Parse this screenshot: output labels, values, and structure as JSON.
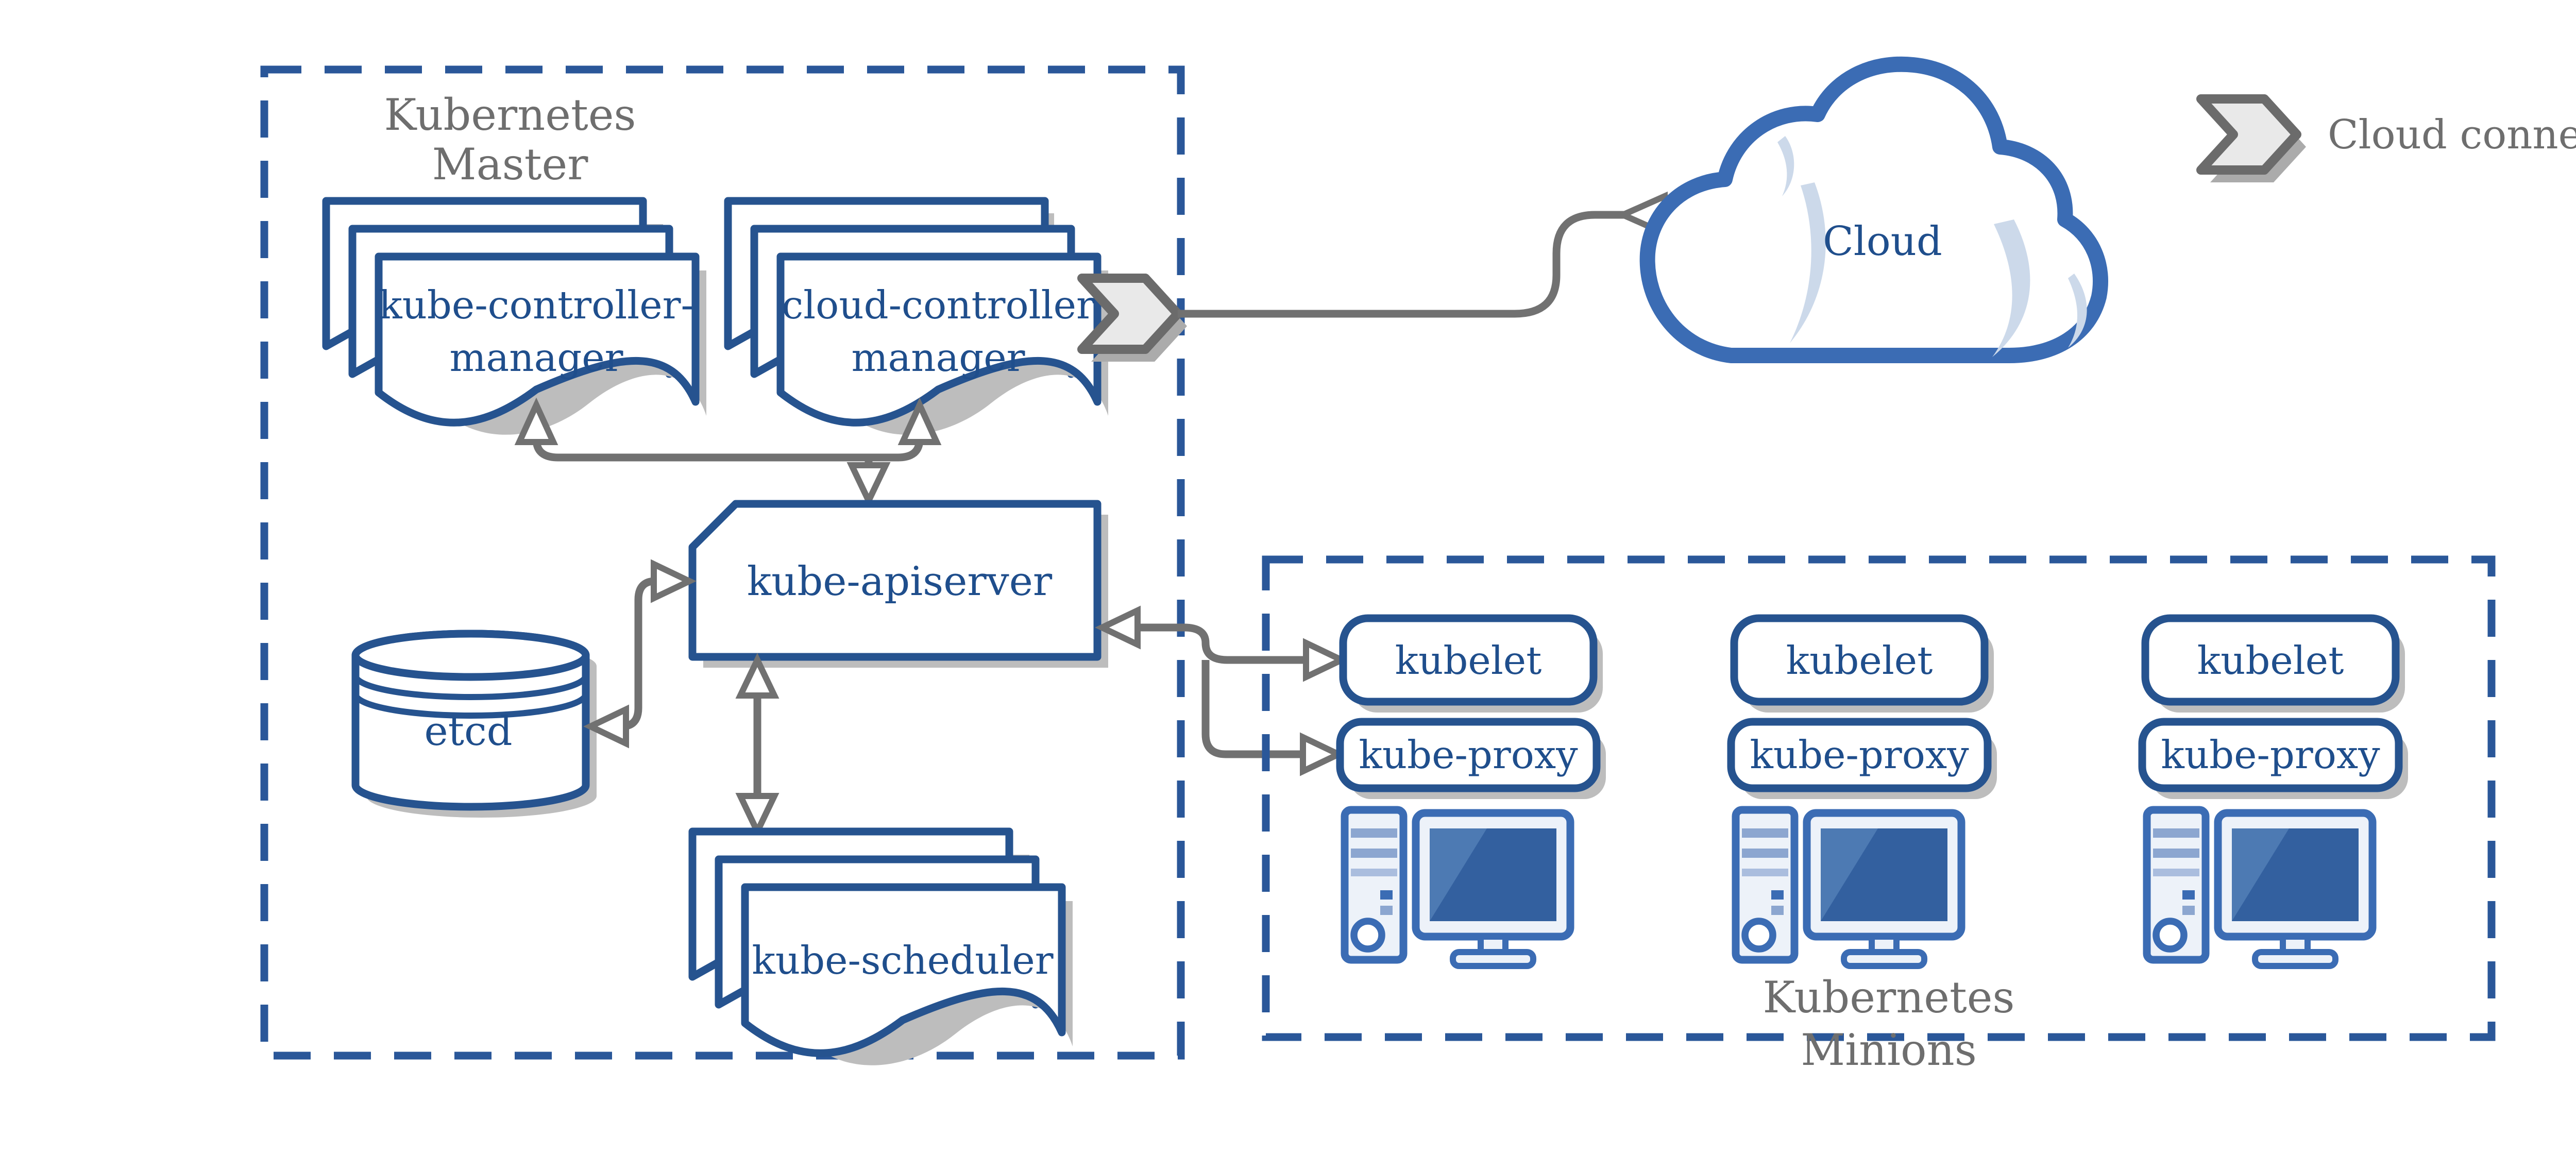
{
  "master": {
    "title_line1": "Kubernetes",
    "title_line2": "Master",
    "nodes": {
      "kube_controller_manager": {
        "line1": "kube-controller-",
        "line2": "manager"
      },
      "cloud_controller_manager": {
        "line1": "cloud-controller",
        "line2": "manager"
      },
      "kube_apiserver": {
        "label": "kube-apiserver"
      },
      "etcd": {
        "label": "etcd"
      },
      "kube_scheduler": {
        "label": "kube-scheduler"
      }
    }
  },
  "cloud": {
    "label": "Cloud"
  },
  "legend": {
    "label": "Cloud connector"
  },
  "minions": {
    "title_line1": "Kubernetes",
    "title_line2": "Minions",
    "nodes": [
      {
        "kubelet": "kubelet",
        "kube_proxy": "kube-proxy"
      },
      {
        "kubelet": "kubelet",
        "kube_proxy": "kube-proxy"
      },
      {
        "kubelet": "kubelet",
        "kube_proxy": "kube-proxy"
      }
    ]
  },
  "colors": {
    "node_border_blue": "#26538f",
    "node_text_blue": "#1f4e8c",
    "dashed_border_blue": "#2a5799",
    "cloud_blue": "#3b6cb4",
    "cloud_accent": "#ccd9ea",
    "arrow_gray": "#717171",
    "label_gray": "#6e6e6e",
    "shadow_gray": "#bdbdbd",
    "chevron_fill": "#e9e9e9",
    "chevron_border": "#6b6b6b",
    "screen_blue": "#33609f",
    "icon_fill": "#edf2f9"
  }
}
